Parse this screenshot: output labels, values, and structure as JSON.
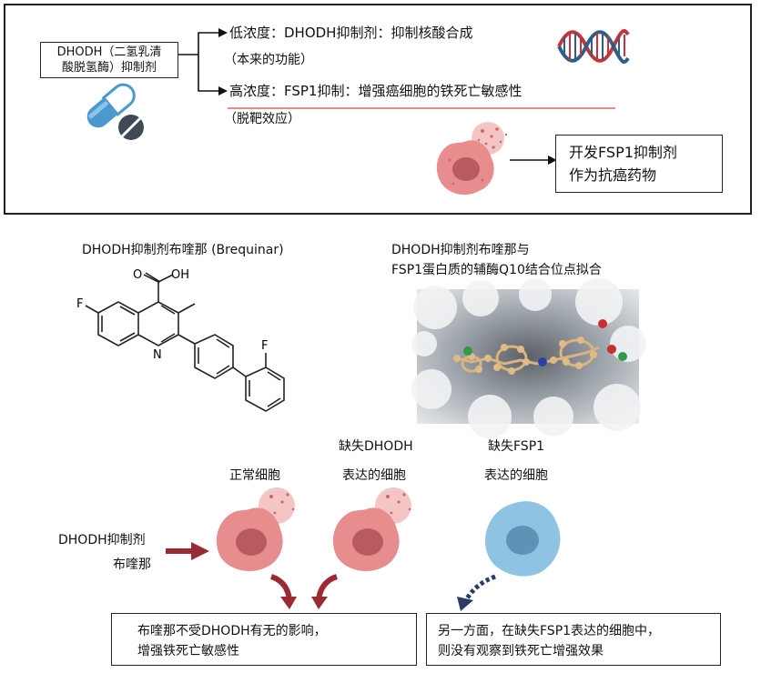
{
  "top": {
    "dhodh_label_line1": "DHODH（二氢乳清",
    "dhodh_label_line2": "酸脱氢酶）抑制剂",
    "low_conc": "低浓度：DHODH抑制剂：抑制核酸合成",
    "low_conc_note": "（本来的功能）",
    "high_conc": "高浓度：FSP1抑制：增强癌细胞的铁死亡敏感性",
    "high_conc_note": "（脱靶效应）",
    "develop_line1": "开发FSP1抑制剂",
    "develop_line2": "作为抗癌药物"
  },
  "middle": {
    "structure_title": "DHODH抑制剂布喹那 (Brequinar)",
    "docking_title_line1": "DHODH抑制剂布喹那与",
    "docking_title_line2": "FSP1蛋白质的辅酶Q10结合位点拟合",
    "atom_labels": {
      "oxygen_top": "O",
      "oh": "OH",
      "fluorine_left": "F",
      "nitrogen": "N",
      "fluorine_right": "F"
    }
  },
  "bottom": {
    "normal_cell": "正常细胞",
    "dhodh_deficient_line1": "缺失DHODH",
    "dhodh_deficient_line2": "表达的细胞",
    "fsp1_deficient_line1": "缺失FSP1",
    "fsp1_deficient_line2": "表达的细胞",
    "drug_line1": "DHODH抑制剂",
    "drug_line2": "布喹那",
    "result_left_line1": "布喹那不受DHODH有无的影响，",
    "result_left_line2": "增强铁死亡敏感性",
    "result_right_line1": "另一方面，在缺失FSP1表达的细胞中，",
    "result_right_line2": "则没有观察到铁死亡增强效果"
  },
  "colors": {
    "red_cell": "#e88d8d",
    "red_cell_dark": "#b85a60",
    "blue_cell": "#8fc3e3",
    "blue_cell_dark": "#5f93b5",
    "pill_blue": "#4a98cc",
    "arrow_maroon": "#9a2a34",
    "arrow_navy": "#2a3c66",
    "underline_red": "#e06060"
  }
}
